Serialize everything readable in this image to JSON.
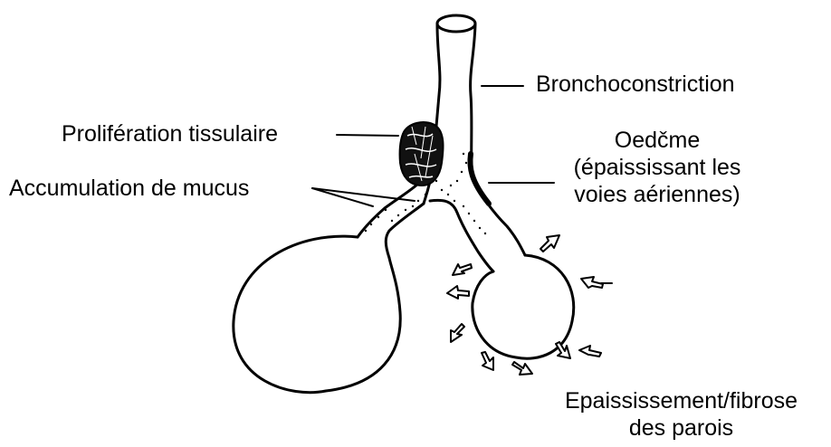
{
  "labels": {
    "bronchoconstriction": "Bronchoconstriction",
    "proliferation": "Prolifération tissulaire",
    "oedeme_line1": "Oedčme",
    "oedeme_line2": "(épaississant les",
    "oedeme_line3": "voies aériennes)",
    "mucus": "Accumulation de mucus",
    "parois_line1": "Epaississement/fibrose",
    "parois_line2": "des parois"
  },
  "colors": {
    "ink": "#000000",
    "background": "#ffffff"
  }
}
